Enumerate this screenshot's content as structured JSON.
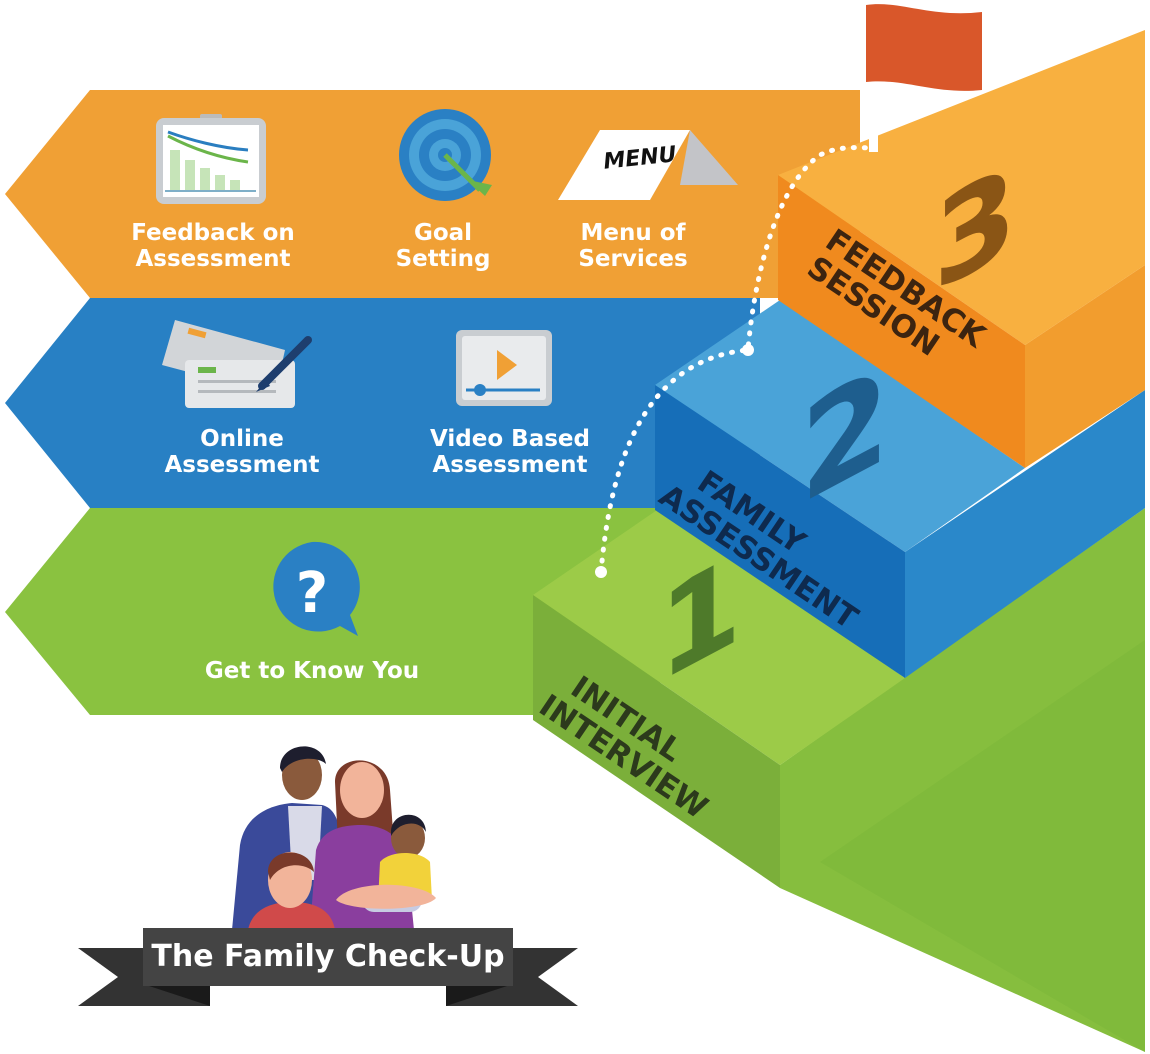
{
  "colors": {
    "orange": "#F0A035",
    "orange_top": "#F8B040",
    "orange_front": "#F08A1E",
    "blue": "#2880C4",
    "blue_top": "#4AA3D8",
    "blue_front": "#166EB8",
    "green": "#8AC240",
    "green_top": "#9CCB48",
    "green_front": "#7BAF3A",
    "flag": "#D9572A",
    "banner": "#333333"
  },
  "rows": {
    "feedback": {
      "items": [
        {
          "icon": "chart-icon",
          "line1": "Feedback on",
          "line2": "Assessment"
        },
        {
          "icon": "target-icon",
          "line1": "Goal",
          "line2": "Setting"
        },
        {
          "icon": "menu-card-icon",
          "line1": "Menu of",
          "line2": "Services"
        }
      ],
      "menu_card_text": "MENU"
    },
    "assessment": {
      "items": [
        {
          "icon": "form-pen-icon",
          "line1": "Online",
          "line2": "Assessment"
        },
        {
          "icon": "video-player-icon",
          "line1": "Video Based",
          "line2": "Assessment"
        }
      ]
    },
    "interview": {
      "items": [
        {
          "icon": "question-bubble-icon",
          "line1": "Get to Know You"
        }
      ]
    }
  },
  "steps": [
    {
      "number": "1",
      "line1": "INITIAL",
      "line2": "INTERVIEW"
    },
    {
      "number": "2",
      "line1": "FAMILY",
      "line2": "ASSESSMENT"
    },
    {
      "number": "3",
      "line1": "FEEDBACK",
      "line2": "SESSION"
    }
  ],
  "banner": {
    "title": "The Family Check-Up"
  },
  "icons": {
    "flag": "flag-icon",
    "family": "family-illustration"
  }
}
